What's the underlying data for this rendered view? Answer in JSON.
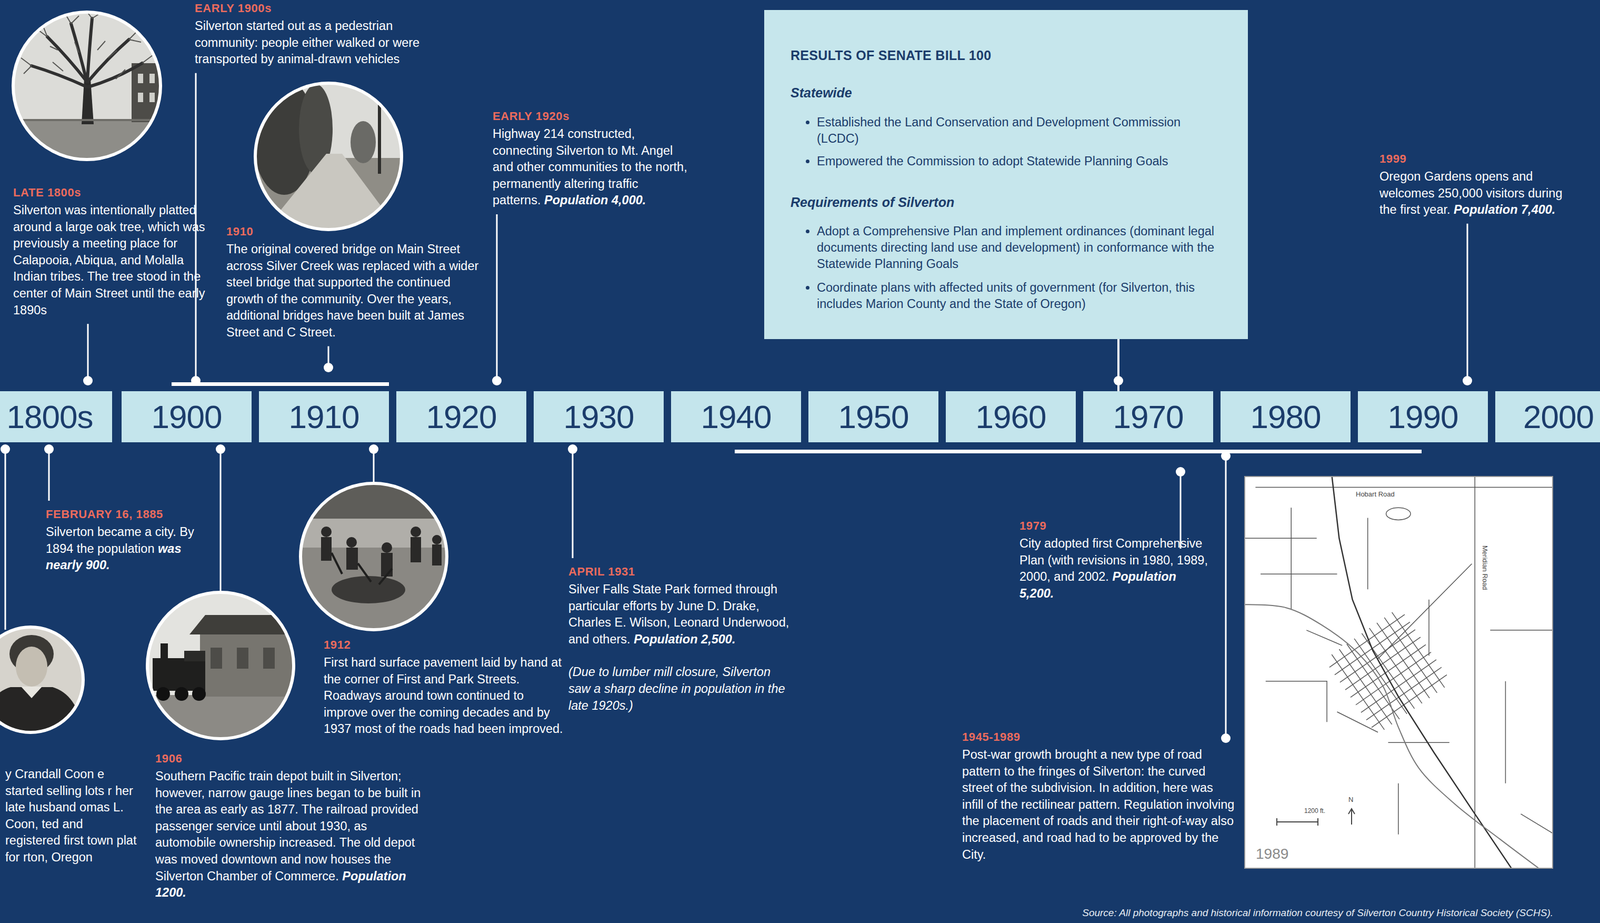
{
  "diagram": {
    "nodes": [
      {
        "text": [
          "1800s"
        ]
      },
      {
        "text": [
          "1900"
        ]
      },
      {
        "text": [
          "1910"
        ]
      },
      {
        "text": [
          "1920"
        ]
      },
      {
        "text": [
          "1930"
        ]
      },
      {
        "text": [
          "1940"
        ]
      },
      {
        "text": [
          "1950"
        ]
      },
      {
        "text": [
          "1960"
        ]
      },
      {
        "text": [
          "1970"
        ]
      },
      {
        "text": [
          "1980"
        ]
      },
      {
        "text": [
          "1990"
        ]
      },
      {
        "text": [
          "2000"
        ]
      },
      {
        "text": [
          "RESULTS OF SENATE BILL 100",
          "Statewide",
          "Established the Land Conservation and Development Commission (LCDC)",
          "Empowered the Commission to adopt Statewide Planning Goals",
          "Requirements of Silverton",
          "Adopt a Comprehensive Plan and implement ordinances (dominant legal documents directing land use and development) in conformance with the Statewide Planning Goals",
          "Coordinate plans with affected units of government (for Silverton, this includes Marion County and the State of Oregon)"
        ]
      },
      {
        "text": [
          "Hobart Road",
          "Meridian Road",
          "1200 ft.",
          "N",
          "1989"
        ]
      }
    ],
    "edges": [
      {
        "from": 12,
        "to": 8,
        "arrow": "none"
      }
    ],
    "labels": [
      "EARLY 1900s",
      "Silverton started out as a pedestrian community: people either walked or were transported by animal-drawn vehicles",
      "LATE 1800s",
      "Silverton was intentionally platted around a large oak tree, which was previously a meeting place for Calapooia, Abiqua, and Molalla Indian tribes. The tree stood in the center of Main Street until the early 1890s",
      "1910",
      "The original covered bridge on Main Street across Silver Creek was replaced with a wider steel bridge that supported the continued growth of the community. Over the years, additional bridges have been built at James Street and C Street.",
      "EARLY 1920s",
      "Highway 214 constructed, connecting Silverton to Mt. Angel and other communities to the north, permanently altering traffic patterns.",
      "Population 4,000.",
      "1999",
      "Oregon Gardens opens and welcomes 250,000 visitors during the first year.",
      "Population 7,400.",
      "FEBRUARY 16, 1885",
      "Silverton became a city. By 1894 the population",
      "was nearly 900.",
      "y Crandall Coon e started selling lots r her late husband omas L. Coon, ted and registered first town plat for rton, Oregon",
      "1906",
      "Southern Pacific train depot built in Silverton; however, narrow gauge lines began to be built in the area as early as 1877. The railroad provided passenger service until about 1930, as automobile ownership increased. The old depot was moved downtown and now houses the Silverton Chamber of Commerce.",
      "Population 1200.",
      "1912",
      "First hard surface pavement laid by hand at the corner of First and Park Streets. Roadways around town continued to improve over the coming decades and by 1937 most of the roads had been improved.",
      "APRIL 1931",
      "Silver Falls State Park formed through particular efforts by June D. Drake, Charles E. Wilson, Leonard Underwood, and others.",
      "Population 2,500.",
      "(Due to lumber mill closure, Silverton saw a sharp decline in population in the late 1920s.)",
      "1979",
      "City adopted first Comprehensive Plan (with revisions in 1980, 1989, 2000, and 2002.",
      "Population 5,200.",
      "1945-1989",
      "Post-war growth brought a new type of road pattern to the fringes of Silverton: the curved street of the subdivision. In addition, here was infill of the rectilinear pattern. Regulation involving the placement of roads and their right-of-way also increased, and road had to be approved by the City.",
      "Source: All photographs and historical information courtesy of Silverton Country Historical Society (SCHS)."
    ]
  }
}
